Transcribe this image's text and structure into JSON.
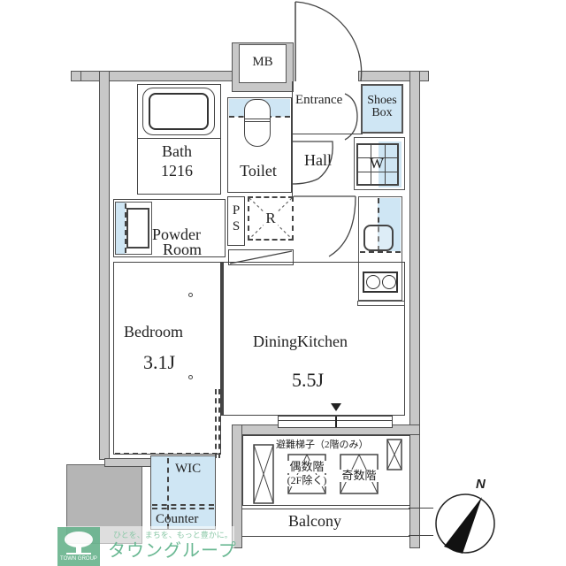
{
  "floorplan": {
    "rooms": {
      "mb": "MB",
      "entrance": "Entrance",
      "shoes_box_line1": "Shoes",
      "shoes_box_line2": "Box",
      "bath_line1": "Bath",
      "bath_line2": "1216",
      "toilet": "Toilet",
      "hall": "Hall",
      "washer": "W",
      "ps_p": "P",
      "ps_s": "S",
      "refrigerator": "R",
      "powder_line1": "Powder",
      "powder_line2": "Room",
      "bedroom": "Bedroom",
      "bedroom_size": "3.1J",
      "dining_kitchen": "DiningKitchen",
      "dining_kitchen_size": "5.5J",
      "wic": "WIC",
      "counter": "Counter",
      "balcony": "Balcony"
    },
    "balcony_notes": {
      "escape_ladder": "避難梯子（2階のみ）",
      "even_floor_line1": "偶数階",
      "even_floor_line2": "(2F除く)",
      "odd_floor": "奇数階"
    },
    "compass": {
      "label": "N"
    },
    "colors": {
      "wall": "#c8c8c8",
      "wet_area": "#cfe6f4",
      "line": "#444444",
      "logo_green": "#5fae86"
    }
  },
  "logo": {
    "tagline": "ひとを、まちを、もっと豊かに。",
    "name_jp": "タウングループ",
    "name_en": "TOWN GROUP"
  }
}
